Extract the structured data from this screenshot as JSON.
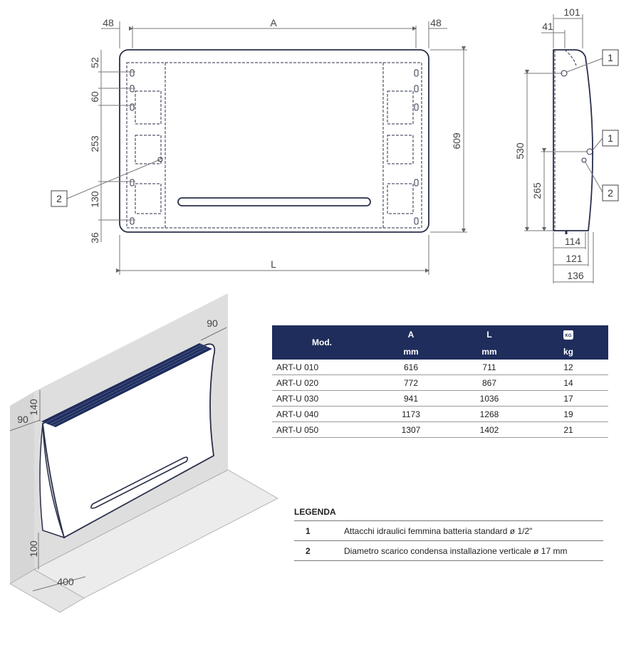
{
  "front_view": {
    "dims": {
      "top_left": "48",
      "top_center": "A",
      "top_right": "48",
      "left_1": "52",
      "left_2": "60",
      "left_3": "253",
      "left_4": "130",
      "left_5": "36",
      "right_height": "609",
      "bottom": "L"
    },
    "callout": "2"
  },
  "side_view": {
    "dims": {
      "top_width": "101",
      "top_offset": "41",
      "height_upper": "530",
      "height_lower": "265",
      "depth_1": "114",
      "depth_2": "121",
      "depth_3": "136"
    },
    "callouts": [
      "1",
      "1",
      "2"
    ]
  },
  "iso_view": {
    "dims": {
      "top_depth": "90",
      "side_offset": "90",
      "top_clearance": "140",
      "floor_clearance": "100",
      "floor_depth": "400"
    }
  },
  "table": {
    "headers": {
      "mod": "Mod.",
      "a": "A",
      "l": "L",
      "weight_icon": "KG"
    },
    "units": {
      "a": "mm",
      "l": "mm",
      "weight": "kg"
    },
    "rows": [
      {
        "mod": "ART-U 010",
        "a": "616",
        "l": "711",
        "kg": "12"
      },
      {
        "mod": "ART-U 020",
        "a": "772",
        "l": "867",
        "kg": "14"
      },
      {
        "mod": "ART-U 030",
        "a": "941",
        "l": "1036",
        "kg": "17"
      },
      {
        "mod": "ART-U 040",
        "a": "1173",
        "l": "1268",
        "kg": "19"
      },
      {
        "mod": "ART-U 050",
        "a": "1307",
        "l": "1402",
        "kg": "21"
      }
    ]
  },
  "legend": {
    "title": "LEGENDA",
    "items": [
      {
        "num": "1",
        "text": "Attacchi idraulici femmina batteria standard ø 1/2\""
      },
      {
        "num": "2",
        "text": "Diametro scarico condensa installazione verticale ø 17 mm"
      }
    ]
  },
  "colors": {
    "navy": "#1f2d5c",
    "outline": "#2a2f4a",
    "wall": "#dcdcdc"
  }
}
